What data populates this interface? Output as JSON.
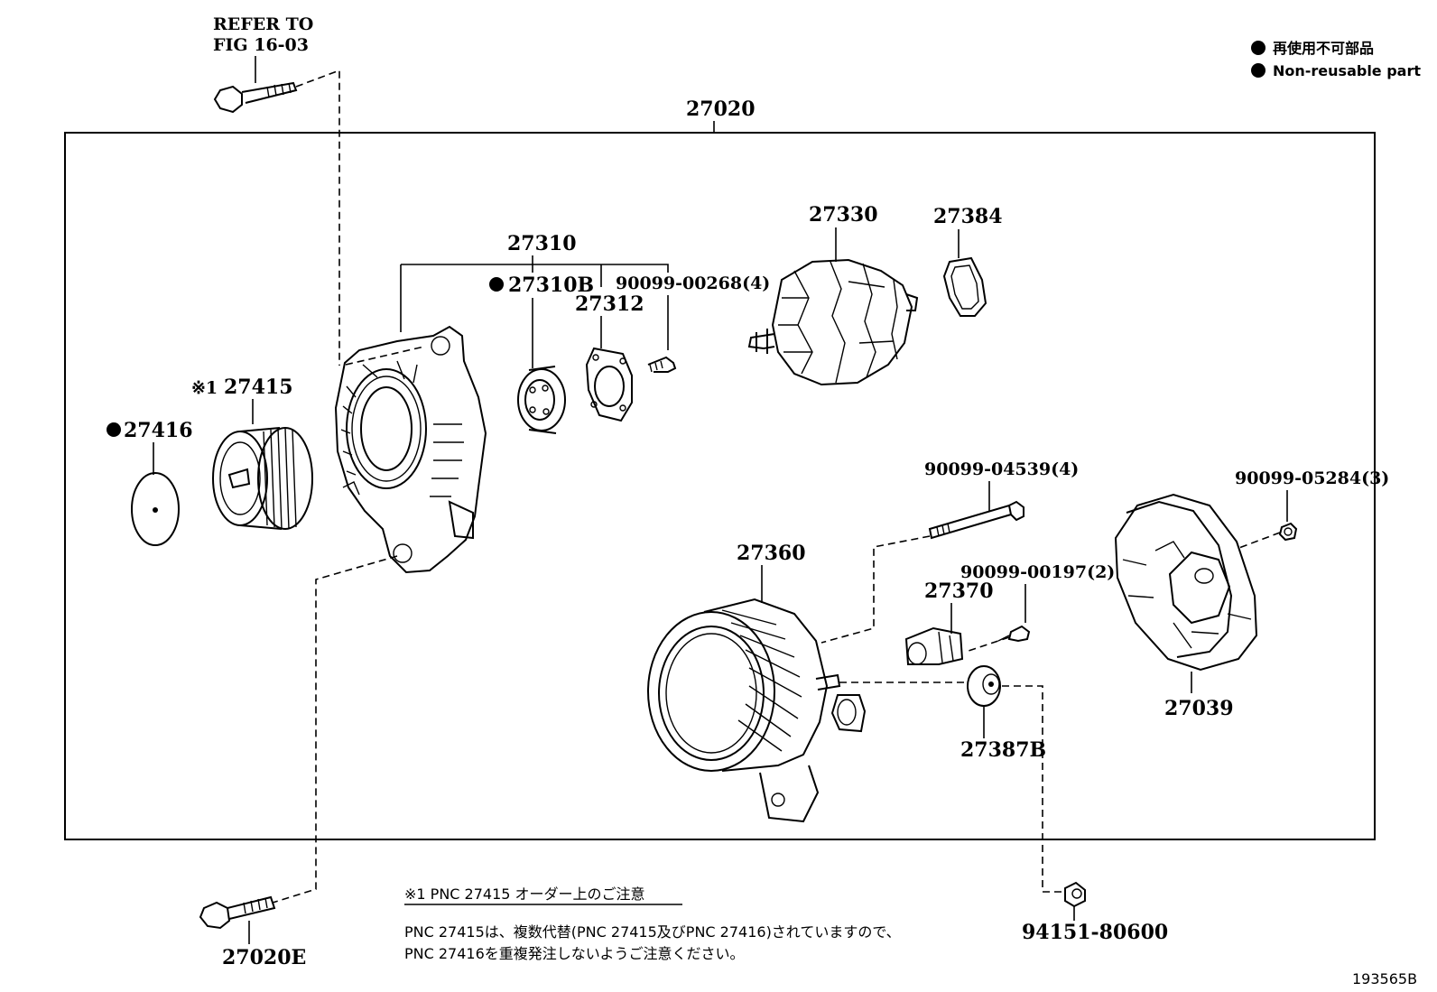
{
  "legend": {
    "line_jp": "再使用不可部品",
    "line_en": "Non-reusable part"
  },
  "refer_to": [
    "REFER TO",
    "FIG 16-03"
  ],
  "labels": {
    "assembly": "27020",
    "frame": "27310",
    "bearing": "27310B",
    "bearing_plate": "27312",
    "plate_screw": "90099-00268(4)",
    "rotor": "27330",
    "seal": "27384",
    "pulley_mark": "※1",
    "pulley": "27415",
    "pulley_cap": "27416",
    "through_bolt": "90099-04539(4)",
    "cover_nut": "90099-05284(3)",
    "stator": "27360",
    "screw2": "90099-00197(2)",
    "brush_holder": "27370",
    "rear_cover": "27039",
    "insulator": "27387B",
    "mount_bolt": "27020E",
    "terminal_nut": "94151-80600"
  },
  "notes": {
    "title": "※1 PNC 27415 オーダー上のご注意",
    "line1": "PNC 27415は、複数代替(PNC 27415及びPNC 27416)されていますので、",
    "line2": "PNC 27416を重複発注しないようご注意ください。"
  },
  "figure_id": "193565B"
}
